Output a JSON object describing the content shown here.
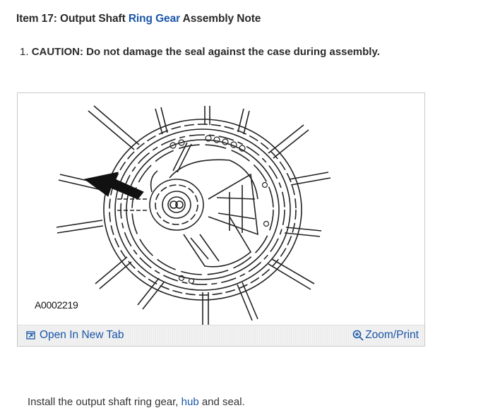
{
  "heading": {
    "prefix": "Item 17: Output Shaft ",
    "link": "Ring Gear",
    "suffix": " Assembly Note"
  },
  "step": {
    "number": "1. ",
    "text": "CAUTION: Do not damage the seal against the case during assembly."
  },
  "figure": {
    "label": "A0002219",
    "open_tab_label": "Open In New Tab",
    "zoom_label": "Zoom/Print"
  },
  "instruction": {
    "prefix": "Install the output shaft ring gear, ",
    "link": "hub",
    "suffix": " and seal."
  },
  "colors": {
    "link": "#1a56a8",
    "text": "#2b2b2b",
    "toolbar_bg": "#f2f2f2"
  },
  "icons": {
    "open_tab": "open-in-new-tab-icon",
    "zoom": "magnifier-plus-icon"
  }
}
